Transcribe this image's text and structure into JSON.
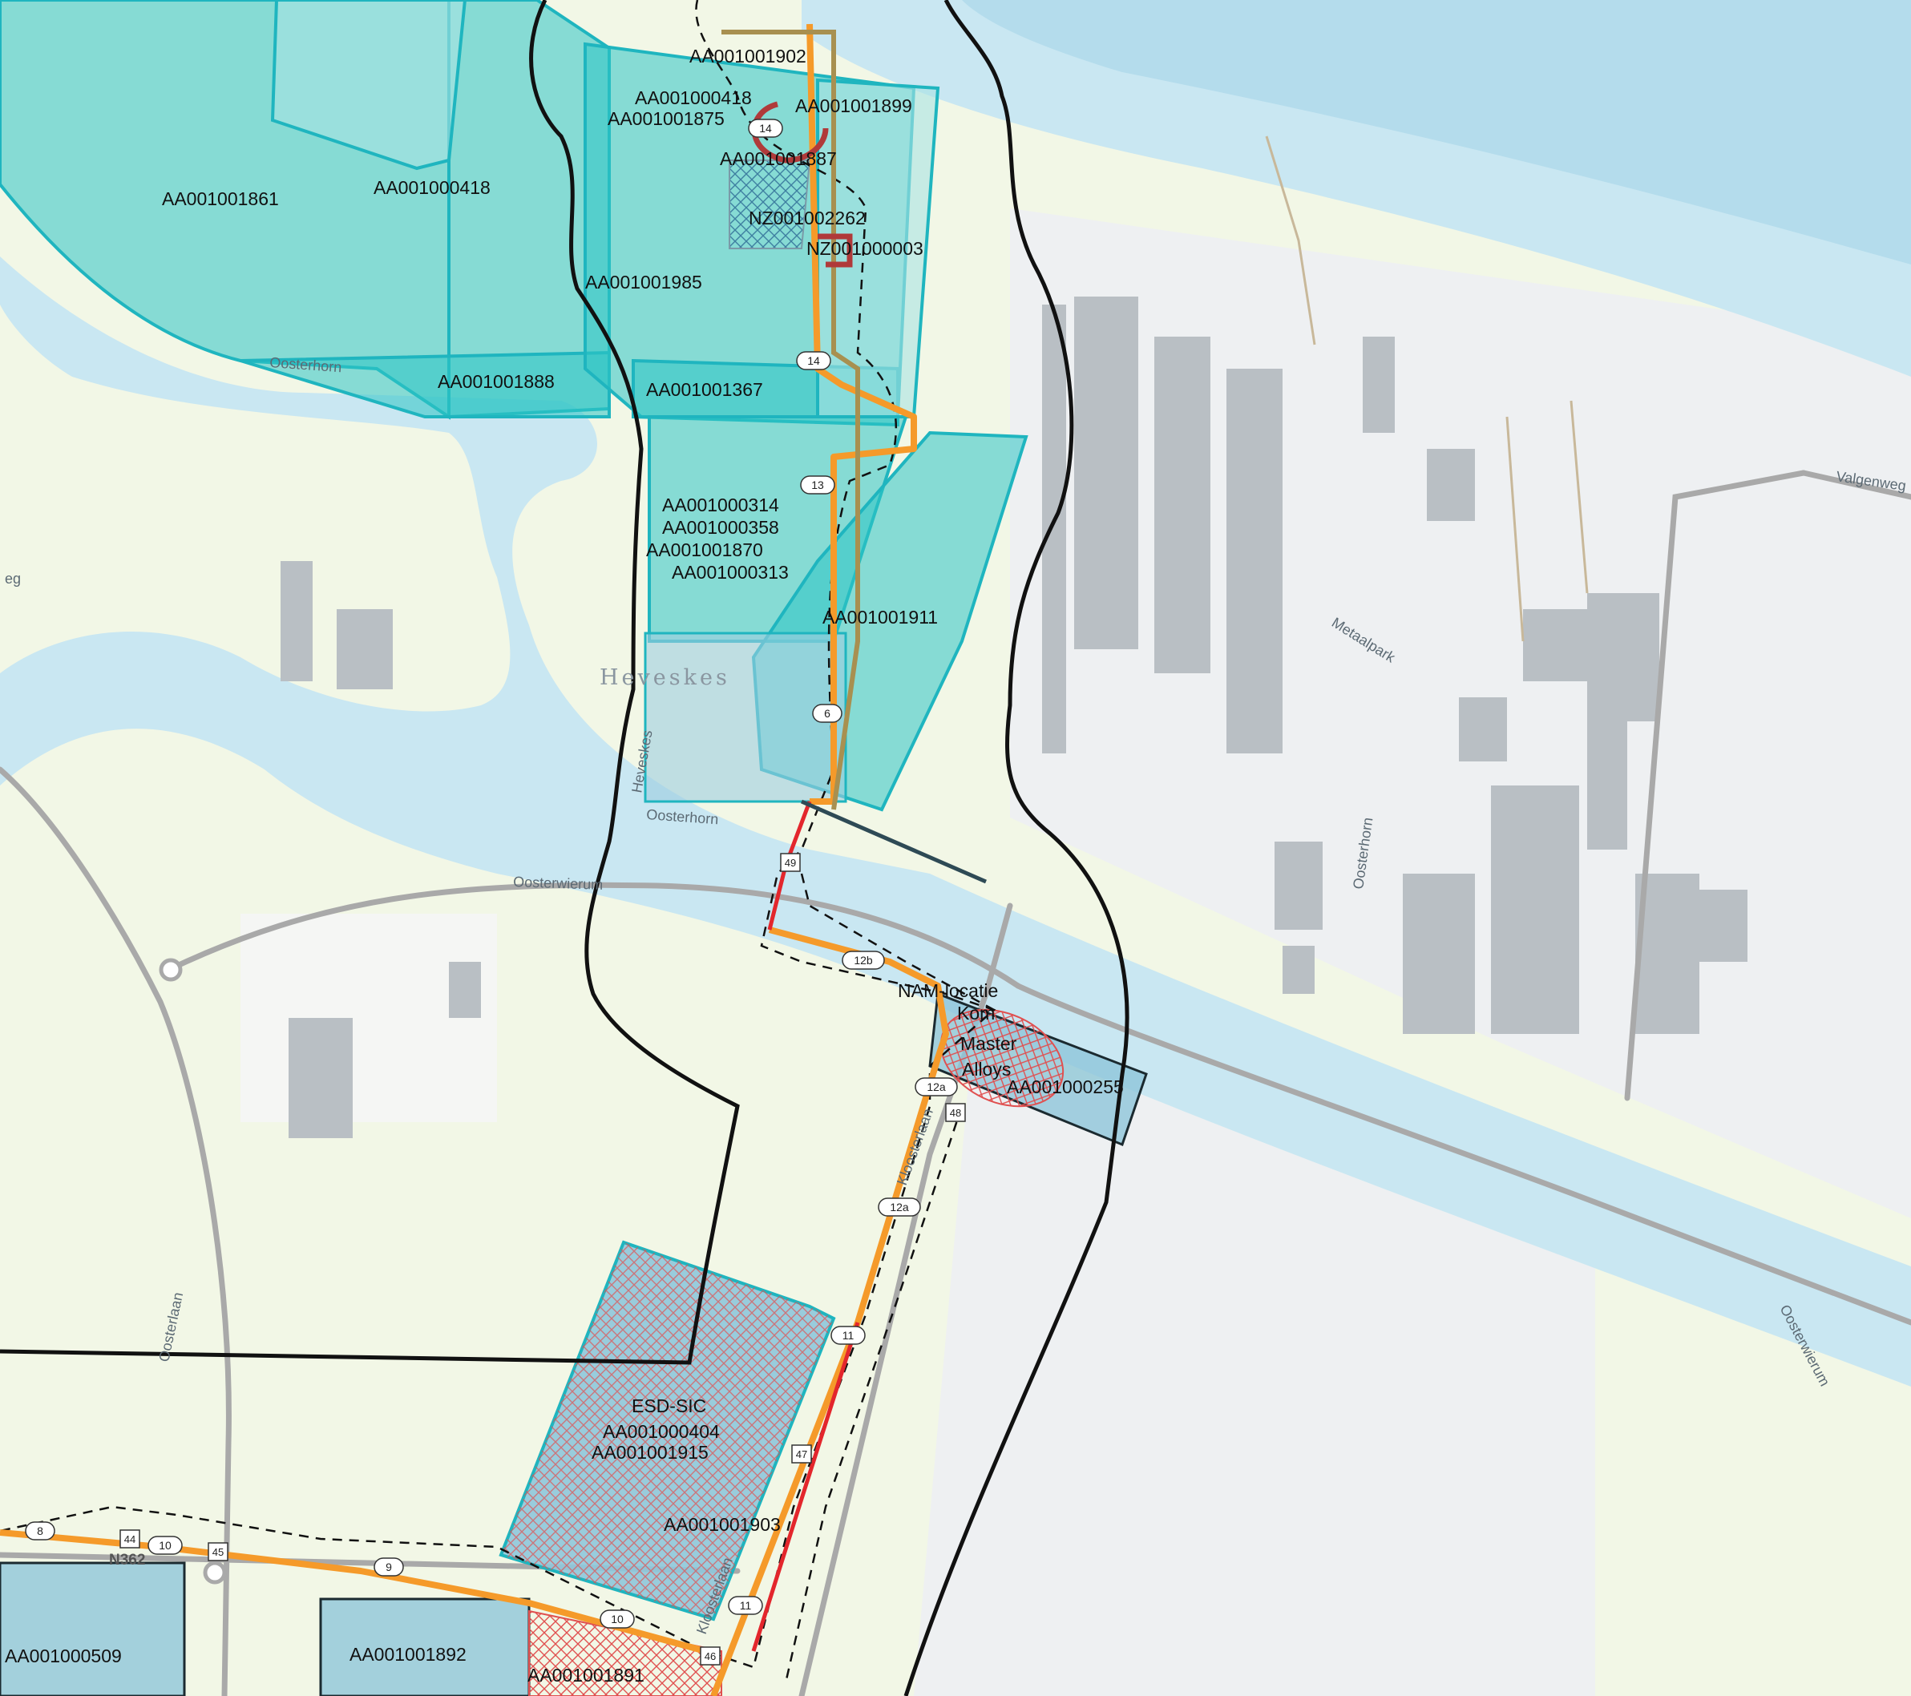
{
  "map": {
    "colors": {
      "water": "#c9e7f2",
      "land": "#f3f8e8",
      "industrial": "#eef0f2",
      "building": "#b9bfc4",
      "zone_fill": "#2ec4c4",
      "zone_stroke": "#1fb5bf",
      "site_fill": "#8fc6da",
      "hatch": "#e05050",
      "route_orange": "#f59a2a",
      "route_red": "#e3262c",
      "route_olive": "#a89050",
      "boundary": "#111111",
      "road": "#a9a9a9"
    },
    "zone_labels": {
      "aa001001902": "AA001001902",
      "aa001000418_a": "AA001000418",
      "aa001001899": "AA001001899",
      "aa001001875": "AA001001875",
      "aa001001887": "AA001001887",
      "aa001001861": "AA001001861",
      "aa001000418_b": "AA001000418",
      "nz001002262": "NZ001002262",
      "nz001000003": "NZ001000003",
      "aa001001985": "AA001001985",
      "aa001001888": "AA001001888",
      "aa001001367": "AA001001367",
      "aa001000314": "AA001000314",
      "aa001000358": "AA001000358",
      "aa001001870": "AA001001870",
      "aa001000313": "AA001000313",
      "aa001001911": "AA001001911",
      "aa001000255": "AA001000255",
      "aa001000404": "AA001000404",
      "aa001001915": "AA001001915",
      "aa001001903": "AA001001903",
      "aa001000509": "AA001000509",
      "aa001001892": "AA001001892",
      "aa001001891": "AA001001891"
    },
    "site_labels": {
      "nam_line1": "NAM-locatie",
      "nam_line2": "Kom",
      "nam_line3": "Master",
      "nam_line4": "Alloys",
      "esd_sic": "ESD-SIC"
    },
    "place_names": {
      "heveskes": "Heveskes"
    },
    "street_labels": {
      "oosterhorn_1": "Oosterhorn",
      "oosterhorn_2": "Oosterhorn",
      "oosterhorn_3": "Oosterhorn",
      "oosterwierum_1": "Oosterwierum",
      "oosterwierum_2": "Oosterwierum",
      "valgenweg": "Valgenweg",
      "metaalpark": "Metaalpark",
      "oosterlaan": "Oosterlaan",
      "kloosterlaan_1": "Kloosterlaan",
      "kloosterlaan_2": "Kloosterlaan",
      "heveskes_street": "Heveskes",
      "weg_fragment": "eg",
      "n362": "N362"
    },
    "route_labels": {
      "r14_top": "14",
      "r14_mid": "14",
      "r13": "13",
      "r6": "6",
      "r12b": "12b",
      "r12a_1": "12a",
      "r12a_2": "12a",
      "r11_1": "11",
      "r11_2": "11",
      "r8": "8",
      "r10_1": "10",
      "r10_2": "10",
      "r9": "9"
    },
    "km_markers": {
      "k49": "49",
      "k48": "48",
      "k47": "47",
      "k46": "46",
      "k45": "45",
      "k44": "44"
    }
  }
}
